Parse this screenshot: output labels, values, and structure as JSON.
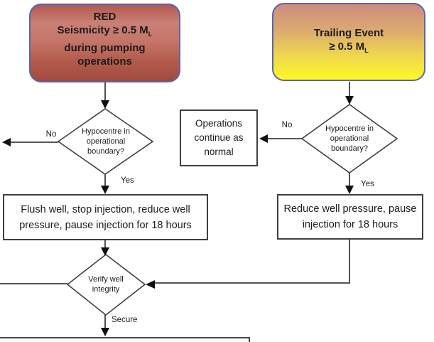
{
  "nodes": {
    "red_event": {
      "line1": "RED",
      "line2_main": "Seismicity ≥ 0.5 M",
      "line2_sub": "L",
      "line3": "during pumping",
      "line4": "operations",
      "fill_top": "#b2594f",
      "fill_mid": "#ca8076",
      "fill_bottom": "#a24a3e",
      "border": "#5a67a8"
    },
    "trailing_event": {
      "line1": "Trailing Event",
      "line2_main": "≥ 0.5 M",
      "line2_sub": "L",
      "fill_top": "#cd8c80",
      "fill_bottom": "#fdf826",
      "border": "#5a67a8"
    },
    "hypocentre_left": {
      "lines": [
        "Hypocentre in",
        "operational",
        "boundary?"
      ]
    },
    "hypocentre_right": {
      "lines": [
        "Hypocentre in",
        "operational",
        "boundary?"
      ]
    },
    "operations_normal": {
      "lines": [
        "Operations",
        "continue as",
        "normal"
      ]
    },
    "flush_well": {
      "lines": [
        "Flush well, stop injection, reduce well",
        "pressure, pause injection for 18 hours"
      ]
    },
    "reduce_pressure": {
      "lines": [
        "Reduce well pressure, pause",
        "injection for 18 hours"
      ]
    },
    "verify_integrity": {
      "lines": [
        "Verify well",
        "integrity"
      ]
    }
  },
  "edge_labels": {
    "left_no": "No",
    "left_yes": "Yes",
    "right_no": "No",
    "right_yes": "Yes",
    "secure": "Secure"
  },
  "colors": {
    "connector": "#3f3f3f",
    "arrowhead": "#101010",
    "shape_outline": "#3f3f3f",
    "text": "#1c1c1c",
    "background": "#ffffff"
  }
}
